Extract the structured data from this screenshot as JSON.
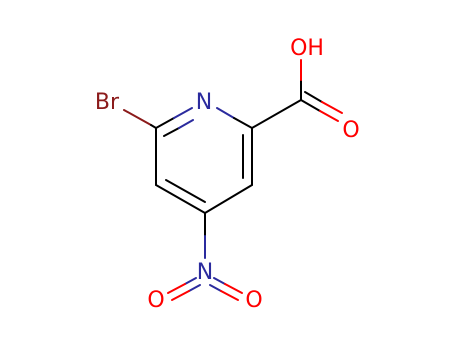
{
  "molecule": {
    "atoms": {
      "br": {
        "label": "Br",
        "color": "#8b1a1a"
      },
      "n_ring": {
        "label": "N",
        "color": "#2b2b9e"
      },
      "oh": {
        "label": "OH",
        "color": "#ff0000"
      },
      "o_carbonyl": {
        "label": "O",
        "color": "#ff0000"
      },
      "n_nitro": {
        "label": "N",
        "color": "#2b2b9e"
      },
      "o_nitro_left": {
        "label": "O",
        "color": "#ff0000"
      },
      "o_nitro_right": {
        "label": "O",
        "color": "#ff0000"
      }
    },
    "bond_colors": {
      "carbon": "#000000",
      "nitrogen": "#2b2b9e",
      "oxygen": "#ff0000",
      "bromine": "#8b1a1a"
    }
  }
}
